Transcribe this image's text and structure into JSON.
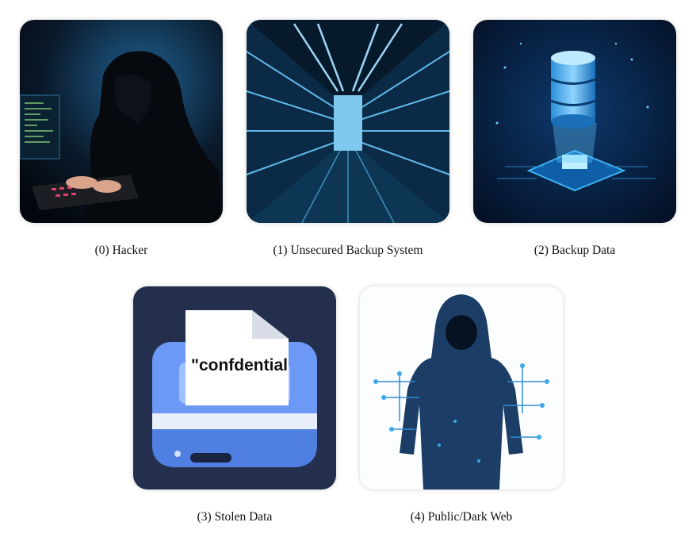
{
  "panels": [
    {
      "index": "(0)",
      "label": "Hacker",
      "icon": "hacker-at-computer"
    },
    {
      "index": "(1)",
      "label": "Unsecured Backup System",
      "icon": "server-corridor"
    },
    {
      "index": "(2)",
      "label": "Backup Data",
      "icon": "database-cylinder"
    },
    {
      "index": "(3)",
      "label": "Stolen Data",
      "icon": "drive-with-document",
      "document_text": "\"confdential"
    },
    {
      "index": "(4)",
      "label": "Public/Dark Web",
      "icon": "digital-hooded-figure"
    }
  ],
  "captions": [
    "(0) Hacker",
    "(1) Unsecured Backup System",
    "(2) Backup Data",
    "(3) Stolen Data",
    "(4) Public/Dark Web"
  ]
}
